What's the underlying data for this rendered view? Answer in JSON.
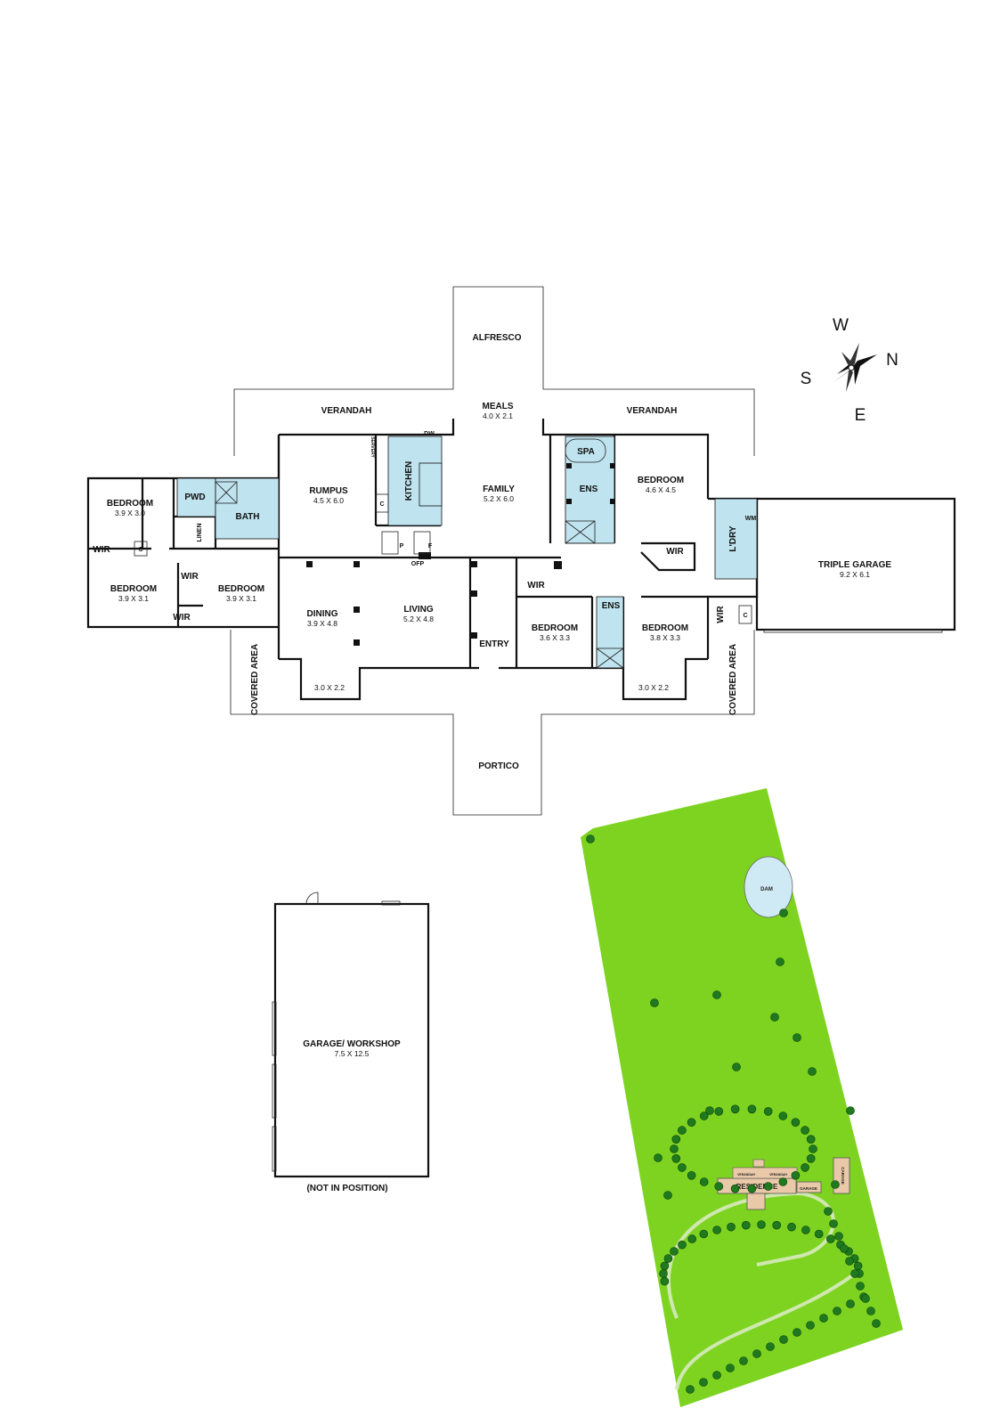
{
  "rooms": {
    "alfresco": {
      "name": "ALFRESCO"
    },
    "meals": {
      "name": "MEALS",
      "dim": "4.0 X 2.1"
    },
    "verandah_left": {
      "name": "VERANDAH"
    },
    "verandah_right": {
      "name": "VERANDAH"
    },
    "family": {
      "name": "FAMILY",
      "dim": "5.2 X 6.0"
    },
    "kitchen": {
      "name": "KITCHEN"
    },
    "rumpus": {
      "name": "RUMPUS",
      "dim": "4.5 X 6.0"
    },
    "bedroom_nw": {
      "name": "BEDROOM",
      "dim": "3.9 X 3.0"
    },
    "bedroom_sw": {
      "name": "BEDROOM",
      "dim": "3.9 X 3.1"
    },
    "bedroom_w2": {
      "name": "BEDROOM",
      "dim": "3.9 X 3.1"
    },
    "pwd": {
      "name": "PWD"
    },
    "linen": {
      "name": "LINEN"
    },
    "bath": {
      "name": "BATH"
    },
    "wir_1": {
      "name": "WIR"
    },
    "wir_2": {
      "name": "WIR"
    },
    "wir_3": {
      "name": "WIR"
    },
    "wir_4": {
      "name": "WIR"
    },
    "wir_5": {
      "name": "WIR"
    },
    "wir_6": {
      "name": "WIR"
    },
    "dining": {
      "name": "DINING",
      "dim": "3.9 X 4.8"
    },
    "living": {
      "name": "LIVING",
      "dim": "5.2 X 4.8"
    },
    "entry": {
      "name": "ENTRY"
    },
    "bay_left": {
      "dim": "3.0 X 2.2"
    },
    "bay_right": {
      "dim": "3.0 X 2.2"
    },
    "bedroom_master": {
      "name": "BEDROOM",
      "dim": "4.6 X 4.5"
    },
    "spa": {
      "name": "SPA"
    },
    "ens_master": {
      "name": "ENS"
    },
    "ens_2": {
      "name": "ENS"
    },
    "bedroom_e1": {
      "name": "BEDROOM",
      "dim": "3.6 X 3.3"
    },
    "bedroom_e2": {
      "name": "BEDROOM",
      "dim": "3.8 X 3.3"
    },
    "laundry": {
      "name": "L'DRY"
    },
    "triple_garage": {
      "name": "TRIPLE GARAGE",
      "dim": "9.2 X 6.1"
    },
    "covered_left": {
      "name": "COVERED AREA"
    },
    "covered_right": {
      "name": "COVERED AREA"
    },
    "portico": {
      "name": "PORTICO"
    }
  },
  "fixtures": {
    "c1": "C",
    "c2": "C",
    "c3": "C",
    "p": "P",
    "f": "F",
    "ofp": "OFP",
    "dw": "DW",
    "wm": "WM",
    "servery": "SERVERY"
  },
  "compass": {
    "w": "W",
    "n": "N",
    "s": "S",
    "e": "E"
  },
  "workshop": {
    "name": "GARAGE/ WORKSHOP",
    "dim": "7.5 X 12.5",
    "note": "(NOT IN POSITION)"
  },
  "site": {
    "dam": "DAM",
    "residence": "RESIDENCE",
    "garage": "GARAGE",
    "carage": "CARAGE",
    "verandah_a": "VERANDAH",
    "verandah_b": "VERANDAH"
  },
  "colors": {
    "wet_area": "#bfe3ef",
    "lawn": "#7ed321",
    "tree": "#1f7a1f",
    "residence": "#e9c9a8",
    "dam": "#cfeaf5"
  }
}
